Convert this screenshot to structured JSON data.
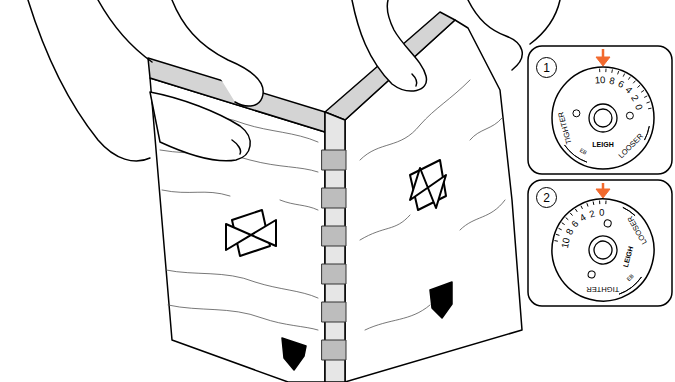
{
  "diagram": {
    "nodes": [
      {
        "text": [
          "1"
        ]
      },
      {
        "text": [
          "10",
          "8",
          "6",
          "4",
          "2",
          "0",
          "TIGHTER",
          "LOOSER",
          "LEIGH",
          "EB"
        ]
      },
      {
        "text": [
          "2"
        ]
      },
      {
        "text": [
          "10",
          "8",
          "6",
          "4",
          "2",
          "0",
          "TIGHTER",
          "LOOSER",
          "LEIGH",
          "EB"
        ]
      }
    ]
  }
}
